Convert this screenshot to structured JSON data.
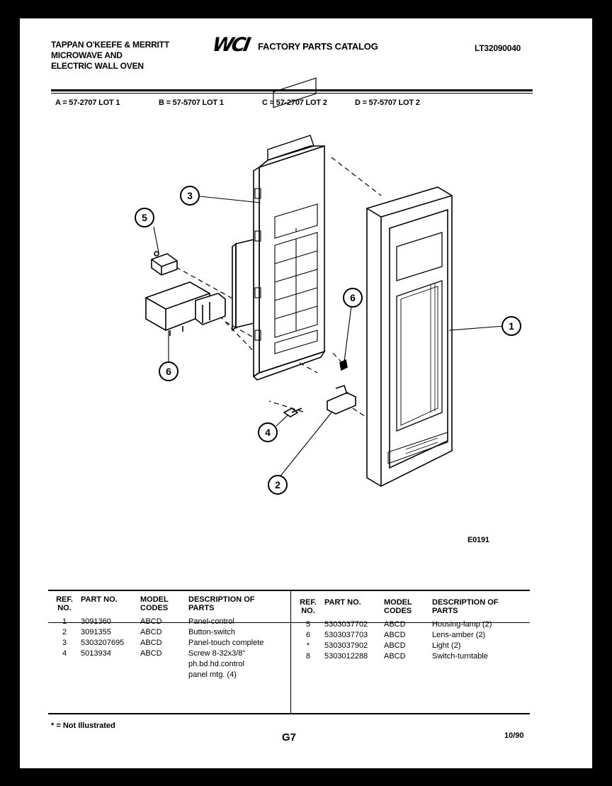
{
  "header": {
    "company_line1": "TAPPAN O'KEEFE & MERRITT",
    "company_line2": "MICROWAVE AND",
    "company_line3": "ELECTRIC WALL OVEN",
    "logo_text": "WCI",
    "catalog_title": "FACTORY PARTS CATALOG",
    "model_number": "LT32090040"
  },
  "lots": [
    "A = 57-2707 LOT 1",
    "B = 57-5707 LOT 1",
    "C = 57-2707 LOT 2",
    "D = 57-5707 LOT 2"
  ],
  "diagram": {
    "code": "E0191",
    "callouts": [
      "1",
      "2",
      "3",
      "4",
      "5",
      "6",
      "6"
    ]
  },
  "table": {
    "headers": {
      "ref": "REF. NO.",
      "part": "PART NO.",
      "model": "MODEL CODES",
      "desc": "DESCRIPTION OF PARTS"
    },
    "left_rows": [
      {
        "ref": "1",
        "part": "3091360",
        "model": "ABCD",
        "desc": [
          "Panel-control"
        ]
      },
      {
        "ref": "2",
        "part": "3091355",
        "model": "ABCD",
        "desc": [
          "Button-switch"
        ]
      },
      {
        "ref": "3",
        "part": "5303207695",
        "model": "ABCD",
        "desc": [
          "Panel-touch complete"
        ]
      },
      {
        "ref": "4",
        "part": "5013934",
        "model": "ABCD",
        "desc": [
          "Screw 8-32x3/8\"",
          "ph.bd.hd.control",
          "panel mtg. (4)"
        ]
      }
    ],
    "right_rows": [
      {
        "ref": "5",
        "part": "5303037702",
        "model": "ABCD",
        "desc": [
          "Housing-lamp (2)"
        ]
      },
      {
        "ref": "6",
        "part": "5303037703",
        "model": "ABCD",
        "desc": [
          "Lens-amber (2)"
        ]
      },
      {
        "ref": "*",
        "part": "5303037902",
        "model": "ABCD",
        "desc": [
          "Light (2)"
        ]
      },
      {
        "ref": "8",
        "part": "5303012288",
        "model": "ABCD",
        "desc": [
          "Switch-turntable"
        ]
      }
    ]
  },
  "footer": {
    "note": "* = Not Illustrated",
    "page": "G7",
    "date": "10/90"
  }
}
